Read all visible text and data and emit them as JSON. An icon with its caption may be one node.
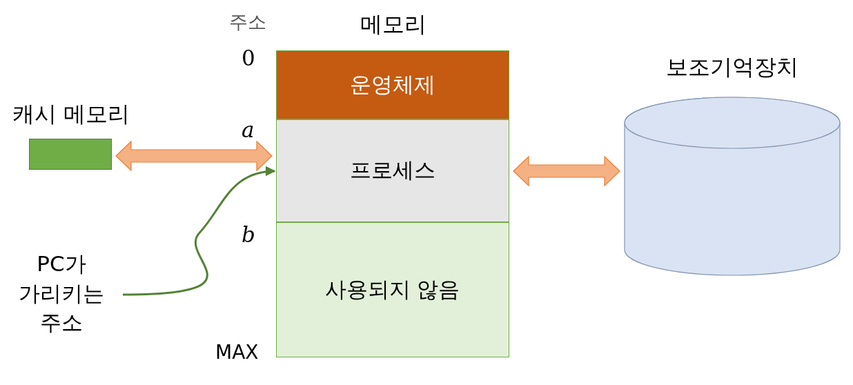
{
  "diagram": {
    "nodes": [
      {
        "text": [
          "메모리"
        ]
      },
      {
        "text": [
          "운영체제"
        ],
        "in": 0
      },
      {
        "text": [
          "프로세스"
        ],
        "in": 0
      },
      {
        "text": [
          "사용되지 않음"
        ],
        "in": 0
      },
      {
        "text": [
          "캐시 메모리"
        ]
      },
      {
        "text": [
          "보조기억장치"
        ]
      },
      {
        "text": [
          "PC가 가리키는 주소"
        ]
      }
    ],
    "edges": [
      {
        "from": 4,
        "to": 0,
        "arrow": "both"
      },
      {
        "from": 0,
        "to": 5,
        "arrow": "both"
      },
      {
        "from": 6,
        "to": 2,
        "arrow": "to",
        "color": "#548235"
      }
    ],
    "labels": [
      "주소",
      "0",
      "a",
      "b",
      "MAX"
    ]
  }
}
